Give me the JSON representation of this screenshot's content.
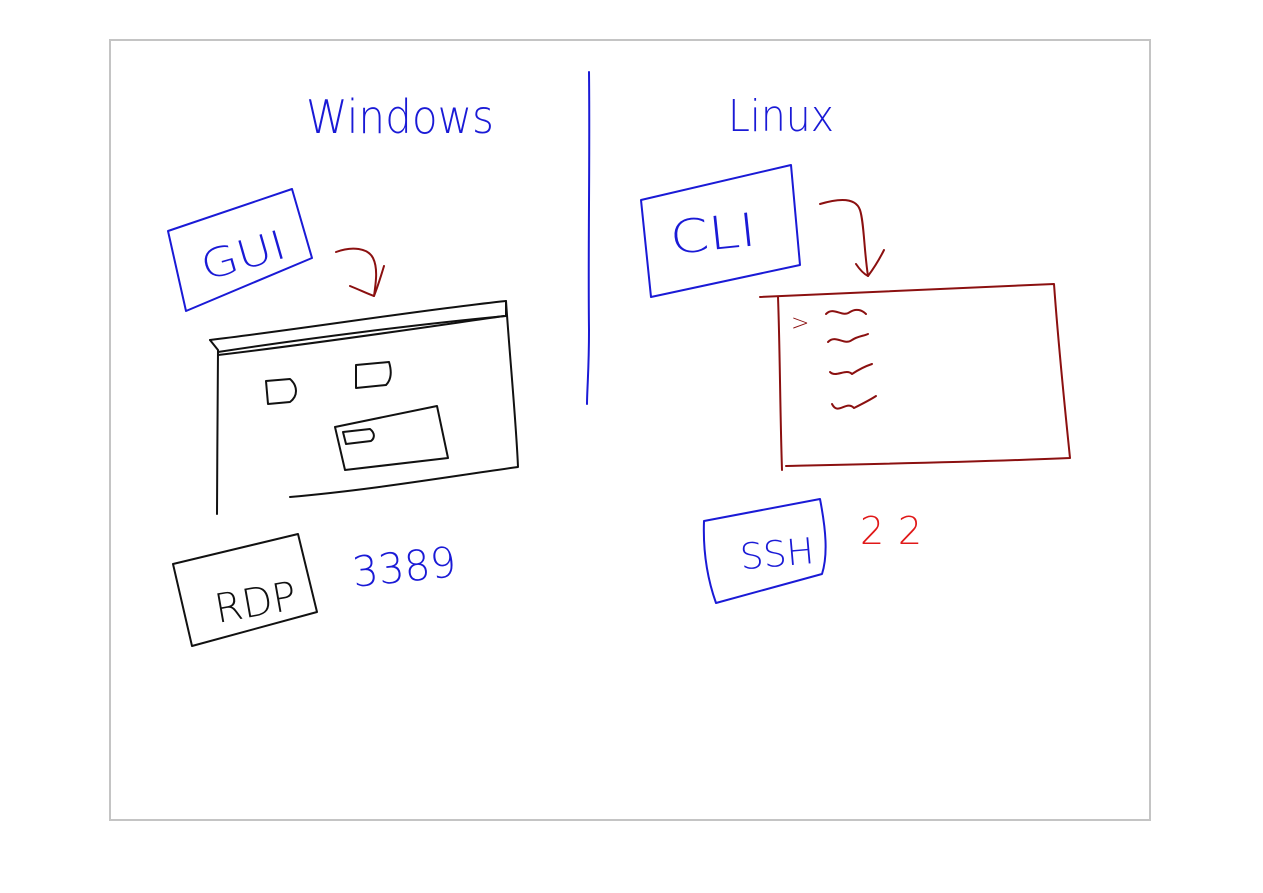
{
  "colors": {
    "blue": "#1a1ad6",
    "black": "#111111",
    "darkred": "#8b1010",
    "red": "#e01818",
    "board_border": "#c4c4c4"
  },
  "windows": {
    "heading": "Windows",
    "gui_label": "GUI",
    "protocol_label": "RDP",
    "port": "3389"
  },
  "linux": {
    "heading": "Linux",
    "cli_label": "CLI",
    "prompt_symbol": ">",
    "protocol_label": "SSH",
    "port": "22"
  }
}
